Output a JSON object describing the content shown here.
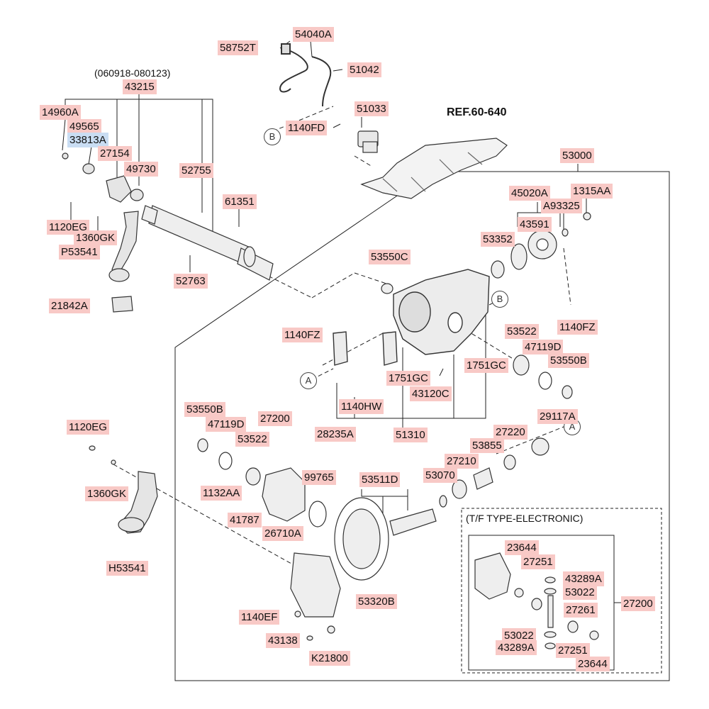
{
  "date_range": "(060918-080123)",
  "ref_label": "REF.60-640",
  "tf_type_label": "(T/F TYPE-ELECTRONIC)",
  "markers": {
    "a": "A",
    "b": "B"
  },
  "parts": {
    "p54040A": "54040A",
    "p58752T": "58752T",
    "p51042": "51042",
    "p51033": "51033",
    "p1140FD": "1140FD",
    "p43215": "43215",
    "p14960A": "14960A",
    "p49565": "49565",
    "p33813A": "33813A",
    "p27154": "27154",
    "p49730": "49730",
    "p52755": "52755",
    "p61351": "61351",
    "p1120EG_top": "1120EG",
    "p1360GK_top": "1360GK",
    "pP53541": "P53541",
    "p52763": "52763",
    "p21842A": "21842A",
    "p53000": "53000",
    "p45020A": "45020A",
    "p1315AA": "1315AA",
    "pA93325": "A93325",
    "p43591": "43591",
    "p53352": "53352",
    "p53550C": "53550C",
    "p1140FZ_right": "1140FZ",
    "p1140FZ_left": "1140FZ",
    "p53522_right": "53522",
    "p47119D_right": "47119D",
    "p53550B_right": "53550B",
    "p1751GC_a": "1751GC",
    "p1751GC_b": "1751GC",
    "p43120C": "43120C",
    "p1140HW": "1140HW",
    "p51310": "51310",
    "p53550B_left": "53550B",
    "p47119D_left": "47119D",
    "p27200_top": "27200",
    "p28235A": "28235A",
    "p53522_left": "53522",
    "p29117A": "29117A",
    "p27220": "27220",
    "p53855": "53855",
    "p27210": "27210",
    "p1120EG_left": "1120EG",
    "p99765": "99765",
    "p53511D": "53511D",
    "p53070": "53070",
    "p1132AA": "1132AA",
    "p1360GK_left": "1360GK",
    "p41787": "41787",
    "p26710A": "26710A",
    "pH53541": "H53541",
    "p53320B": "53320B",
    "p1140EF": "1140EF",
    "p43138": "43138",
    "pK21800": "K21800",
    "p23644_a": "23644",
    "p27251_a": "27251",
    "p43289A_a": "43289A",
    "p53022_a": "53022",
    "p27261": "27261",
    "p27200_box": "27200",
    "p53022_b": "53022",
    "p43289A_b": "43289A",
    "p27251_b": "27251",
    "p23644_b": "23644"
  }
}
